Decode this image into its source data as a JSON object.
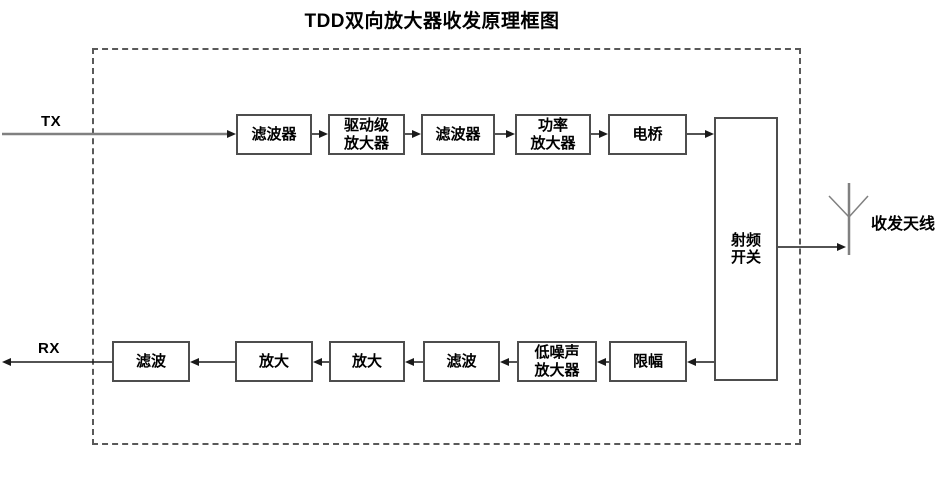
{
  "title": "TDD双向放大器收发原理框图",
  "ports": {
    "tx": "TX",
    "rx": "RX"
  },
  "antenna": {
    "label": "收发天线"
  },
  "rf_switch": {
    "label": "射频\n开关"
  },
  "tx_chain": [
    {
      "label": "滤波器"
    },
    {
      "label": "驱动级\n放大器"
    },
    {
      "label": "滤波器"
    },
    {
      "label": "功率\n放大器"
    },
    {
      "label": "电桥"
    }
  ],
  "rx_chain": [
    {
      "label": "滤波"
    },
    {
      "label": "放大"
    },
    {
      "label": "放大"
    },
    {
      "label": "滤波"
    },
    {
      "label": "低噪声\n放大器"
    },
    {
      "label": "限幅"
    }
  ],
  "colors": {
    "long_line": "#808080",
    "connector": "#1a1a1a",
    "block_border": "#4d4d4d",
    "frame_dash": "#595959",
    "text": "#000000",
    "background": "#ffffff"
  }
}
